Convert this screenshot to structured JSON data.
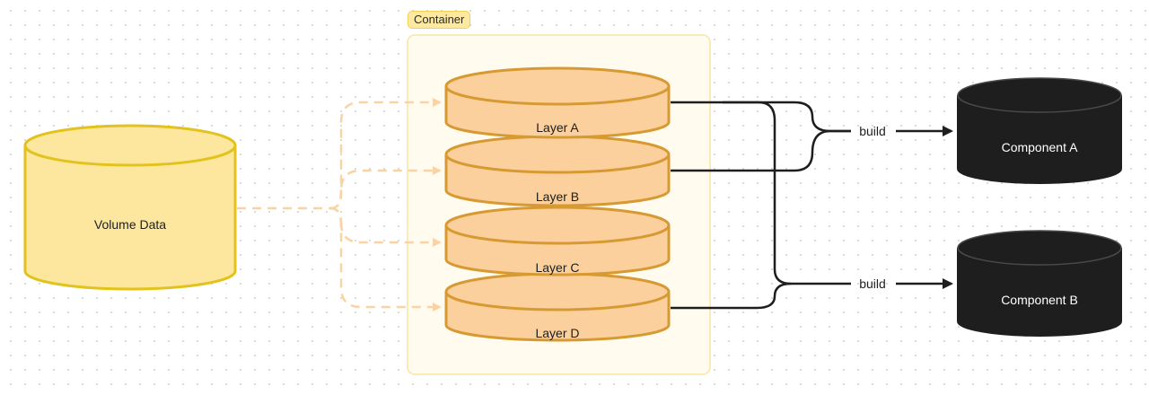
{
  "container": {
    "label": "Container"
  },
  "volume": {
    "label": "Volume Data"
  },
  "layers": [
    {
      "label": "Layer A"
    },
    {
      "label": "Layer B"
    },
    {
      "label": "Layer C"
    },
    {
      "label": "Layer D"
    }
  ],
  "builds": [
    {
      "label": "build"
    },
    {
      "label": "build"
    }
  ],
  "components": [
    {
      "label": "Component A"
    },
    {
      "label": "Component B"
    }
  ],
  "colors": {
    "volume_fill": "#fde79e",
    "volume_stroke": "#e2c21c",
    "layer_fill": "#fbd09c",
    "layer_stroke": "#d79a33",
    "container_fill": "#fffcef",
    "container_stroke": "#f7e4a6",
    "dashed_arrow": "#f9d3a3",
    "component_fill": "#1e1e1e",
    "edge": "#1e1e1e"
  }
}
